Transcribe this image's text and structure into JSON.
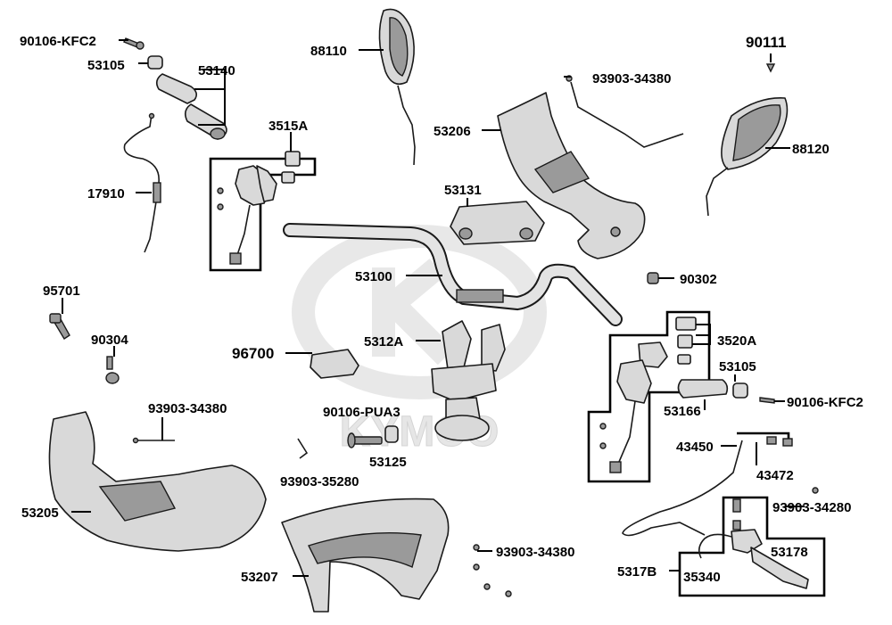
{
  "watermark": {
    "brand": "KYMCO",
    "color": "#e4e4e4"
  },
  "labels": {
    "l_90106_kfc2_top": "90106-KFC2",
    "l_53105_top": "53105",
    "l_53140": "53140",
    "l_17910": "17910",
    "l_3515a": "3515A",
    "l_88110": "88110",
    "l_90111": "90111",
    "l_93903_34380_top": "93903-34380",
    "l_53206": "53206",
    "l_88120": "88120",
    "l_53131": "53131",
    "l_53100": "53100",
    "l_90302": "90302",
    "l_95701": "95701",
    "l_90304": "90304",
    "l_96700": "96700",
    "l_5312a": "5312A",
    "l_3520a": "3520A",
    "l_53105_right": "53105",
    "l_53166": "53166",
    "l_90106_kfc2_right": "90106-KFC2",
    "l_93903_34380_left": "93903-34380",
    "l_90106_pua3": "90106-PUA3",
    "l_53125": "53125",
    "l_93903_35280": "93903-35280",
    "l_53205": "53205",
    "l_43450": "43450",
    "l_43472": "43472",
    "l_93903_34280": "93903-34280",
    "l_93903_34380_bottom": "93903-34380",
    "l_53207": "53207",
    "l_5317b": "5317B",
    "l_35340": "35340",
    "l_53178": "53178"
  }
}
